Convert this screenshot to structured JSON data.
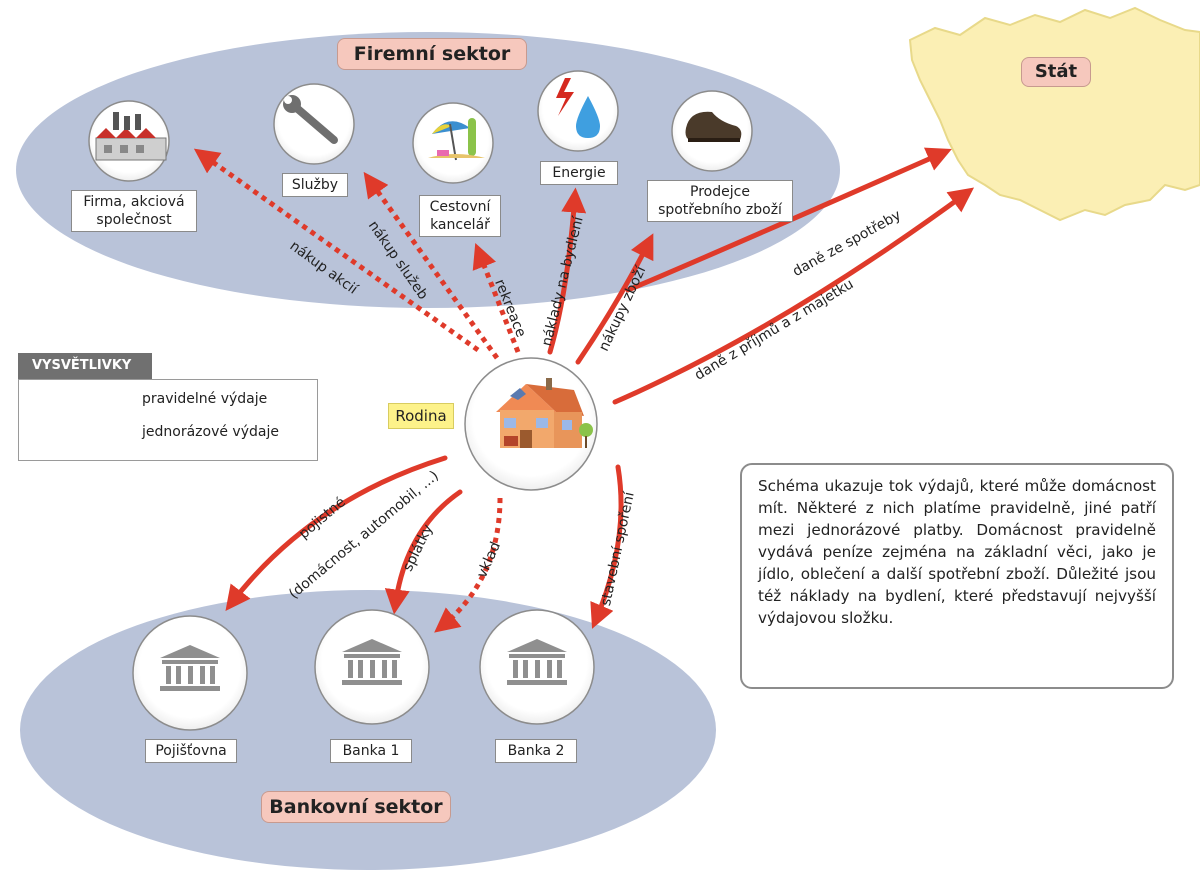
{
  "sectors": {
    "firemni": "Firemní sektor",
    "bankovni": "Bankovní sektor",
    "stat": "Stát"
  },
  "family": {
    "label": "Rodina"
  },
  "nodes": {
    "firma": "Firma, akciová společnost",
    "sluzby": "Služby",
    "cestovni": "Cestovní kancelář",
    "energie": "Energie",
    "prodejce": "Prodejce spotřebního zboží",
    "pojistovna": "Pojišťovna",
    "banka1": "Banka 1",
    "banka2": "Banka 2"
  },
  "edges": {
    "nakup_akcii": "nákup akcií",
    "nakup_sluzeb": "nákup služeb",
    "rekreace": "rekreace",
    "naklady_bydleni": "náklady na bydlení",
    "nakupy_zbozi": "nákupy zboží",
    "dane_spotreba": "daně ze spotřeby",
    "dane_prijmy": "daně z příjmů a z majetku",
    "pojistne": "pojistné",
    "pojistne_detail": "(domácnost, automobil, ...)",
    "splatky": "splátky",
    "vklad": "vklad",
    "stavebni": "stavební spoření"
  },
  "legend": {
    "title": "VYSVĚTLIVKY",
    "regular": "pravidelné výdaje",
    "one_off": "jednorázové výdaje"
  },
  "info_text": "Schéma ukazuje tok výdajů, které může domácnost mít. Některé z nich platíme pravidelně, jiné patří mezi jednorázové platby. Domácnost pravidelně vydává peníze zejména na základní věci, jako je jídlo, oblečení a další spotřební zboží. Důležité jsou též náklady na bydlení, které představují nejvyšší výdajovou složku.",
  "colors": {
    "arrow": "#df3a2a",
    "sector_fill": "#b9c3d9",
    "title_fill": "#f6c8bd",
    "state_fill": "#fbefb4",
    "family_label": "#fdf28a"
  }
}
